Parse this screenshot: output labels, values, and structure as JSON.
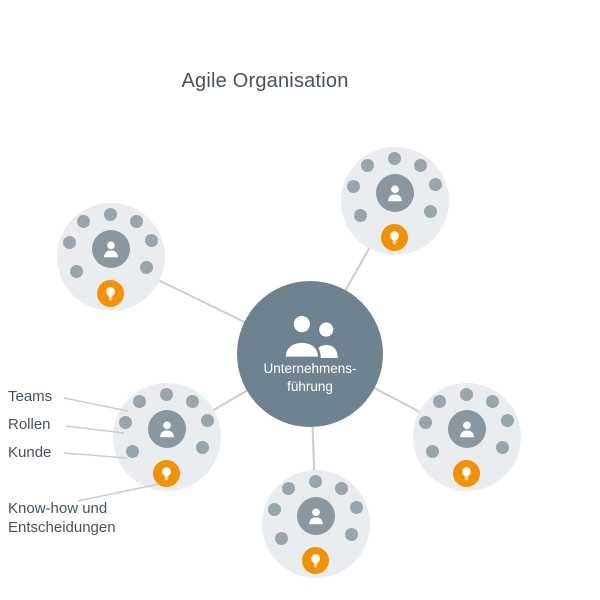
{
  "title": "Agile Organisation",
  "center": {
    "label_line1": "Unternehmens-",
    "label_line2": "führung",
    "icon": "leadership-persons-icon"
  },
  "teams": {
    "count": 5,
    "member_icon": "person-icon",
    "idea_icon": "lightbulb-icon",
    "member_dots_per_team": 7
  },
  "annotations": {
    "teams": "Teams",
    "rollen": "Rollen",
    "kunde": "Kunde",
    "knowhow_line1": "Know-how und",
    "knowhow_line2": "Entscheidungen"
  },
  "colors": {
    "center_circle": "#6F828F",
    "team_circle": "#E9EDEF",
    "member_dot": "#99A5AC",
    "person_badge": "#8A97A0",
    "idea_badge": "#F39200",
    "text_dark": "#46535D",
    "connector_line": "#C7CDD1"
  }
}
